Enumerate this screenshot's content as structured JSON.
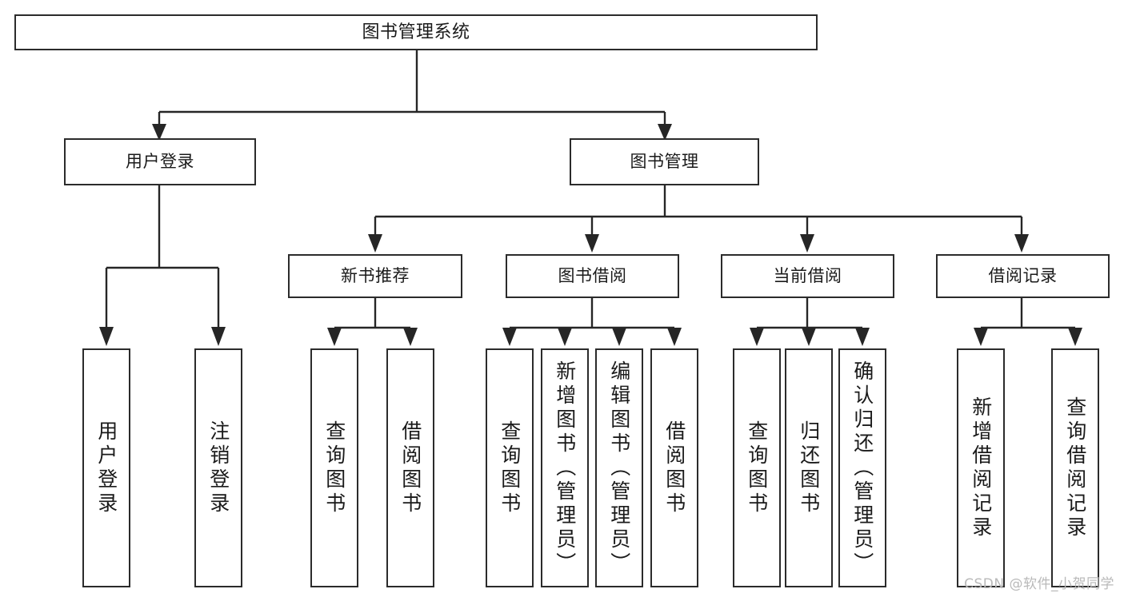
{
  "diagram": {
    "title": "图书管理系统",
    "type": "tree-hierarchy-chart",
    "watermark": "CSDN @软件_小贺同学",
    "colors": {
      "stroke": "#262626",
      "box_fill": "#ffffff",
      "text": "#1a1a1a",
      "watermark": "#b9b9b9",
      "background": "#ffffff"
    },
    "nodes": {
      "root": {
        "label": "图书管理系统"
      },
      "level1": [
        {
          "id": "user-login",
          "label": "用户登录"
        },
        {
          "id": "book-manage",
          "label": "图书管理"
        }
      ],
      "level2": [
        {
          "id": "new-book-recommend",
          "label": "新书推荐"
        },
        {
          "id": "book-borrow",
          "label": "图书借阅"
        },
        {
          "id": "current-borrow",
          "label": "当前借阅"
        },
        {
          "id": "borrow-record",
          "label": "借阅记录"
        }
      ],
      "leaves": {
        "user_login": [
          {
            "id": "leaf-user-login",
            "label": "用户登录"
          },
          {
            "id": "leaf-logout",
            "label": "注销登录"
          }
        ],
        "new_book_recommend": [
          {
            "id": "leaf-query-book-1",
            "label": "查询图书"
          },
          {
            "id": "leaf-borrow-book-1",
            "label": "借阅图书"
          }
        ],
        "book_borrow": [
          {
            "id": "leaf-query-book-2",
            "label": "查询图书"
          },
          {
            "id": "leaf-add-book",
            "label": "新增图书（管理员）"
          },
          {
            "id": "leaf-edit-book",
            "label": "编辑图书（管理员）"
          },
          {
            "id": "leaf-borrow-book-2",
            "label": "借阅图书"
          }
        ],
        "current_borrow": [
          {
            "id": "leaf-query-book-3",
            "label": "查询图书"
          },
          {
            "id": "leaf-return-book",
            "label": "归还图书"
          },
          {
            "id": "leaf-confirm-return",
            "label": "确认归还（管理员）"
          }
        ],
        "borrow_record": [
          {
            "id": "leaf-add-record",
            "label": "新增借阅记录"
          },
          {
            "id": "leaf-query-record",
            "label": "查询借阅记录"
          }
        ]
      }
    }
  }
}
